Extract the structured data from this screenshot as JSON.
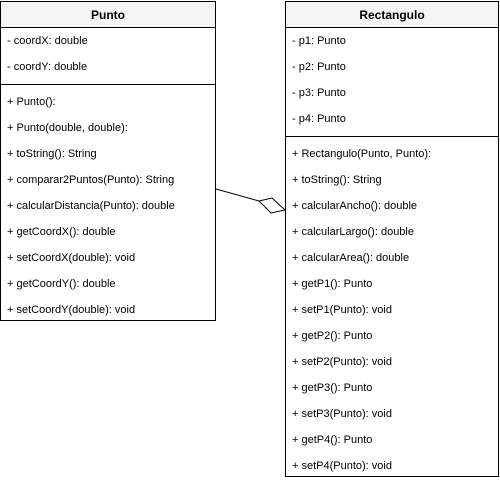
{
  "classes": {
    "punto": {
      "name": "Punto",
      "attributes": [
        "- coordX: double",
        "- coordY: double"
      ],
      "methods": [
        "+ Punto():",
        "+ Punto(double, double):",
        "+ toString(): String",
        "+ comparar2Puntos(Punto): String",
        "+ calcularDistancia(Punto): double",
        "+ getCoordX(): double",
        "+ setCoordX(double): void",
        "+ getCoordY(): double",
        "+ setCoordY(double): void"
      ]
    },
    "rectangulo": {
      "name": "Rectangulo",
      "attributes": [
        "- p1: Punto",
        "- p2: Punto",
        "- p3: Punto",
        "- p4: Punto"
      ],
      "methods": [
        "+ Rectangulo(Punto, Punto):",
        "+ toString(): String",
        "+ calcularAncho(): double",
        "+ calcularLargo(): double",
        "+ calcularArea(): double",
        "+ getP1(): Punto",
        "+ setP1(Punto): void",
        "+ getP2(): Punto",
        "+ setP2(Punto): void",
        "+ getP3(): Punto",
        "+ setP3(Punto): void",
        "+ getP4(): Punto",
        "+ setP4(Punto): void"
      ]
    }
  },
  "relationship": {
    "type": "aggregation",
    "whole": "Rectangulo",
    "part": "Punto"
  },
  "colors": {
    "header_background": "#f5f5f5",
    "line": "#000000"
  }
}
